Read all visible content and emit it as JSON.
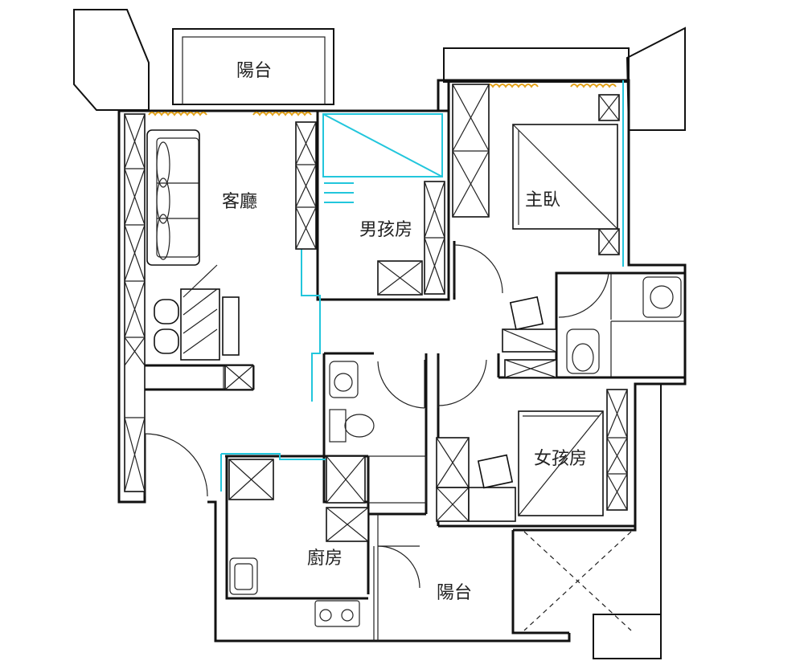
{
  "rooms": {
    "balcony_top": "陽台",
    "living_room": "客廳",
    "boys_room": "男孩房",
    "master_bedroom": "主臥",
    "girls_room": "女孩房",
    "kitchen": "廚房",
    "balcony_bottom": "陽台"
  },
  "colors": {
    "wall": "#111111",
    "plumbing": "#22c6dc",
    "curtain": "#e3a21a"
  }
}
